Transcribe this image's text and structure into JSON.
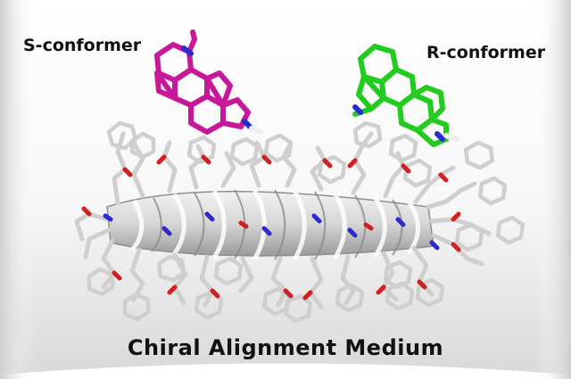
{
  "labels": {
    "s_conformer": "S-conformer",
    "r_conformer": "R-conformer",
    "medium": "Chiral Alignment Medium"
  },
  "colors": {
    "s_molecule": "#c8189a",
    "r_molecule": "#22cc1e",
    "backbone": "#c9c9c9",
    "oxygen": "#d31f1f",
    "nitrogen": "#2a2ad0",
    "hydrogen": "#ffffff"
  }
}
